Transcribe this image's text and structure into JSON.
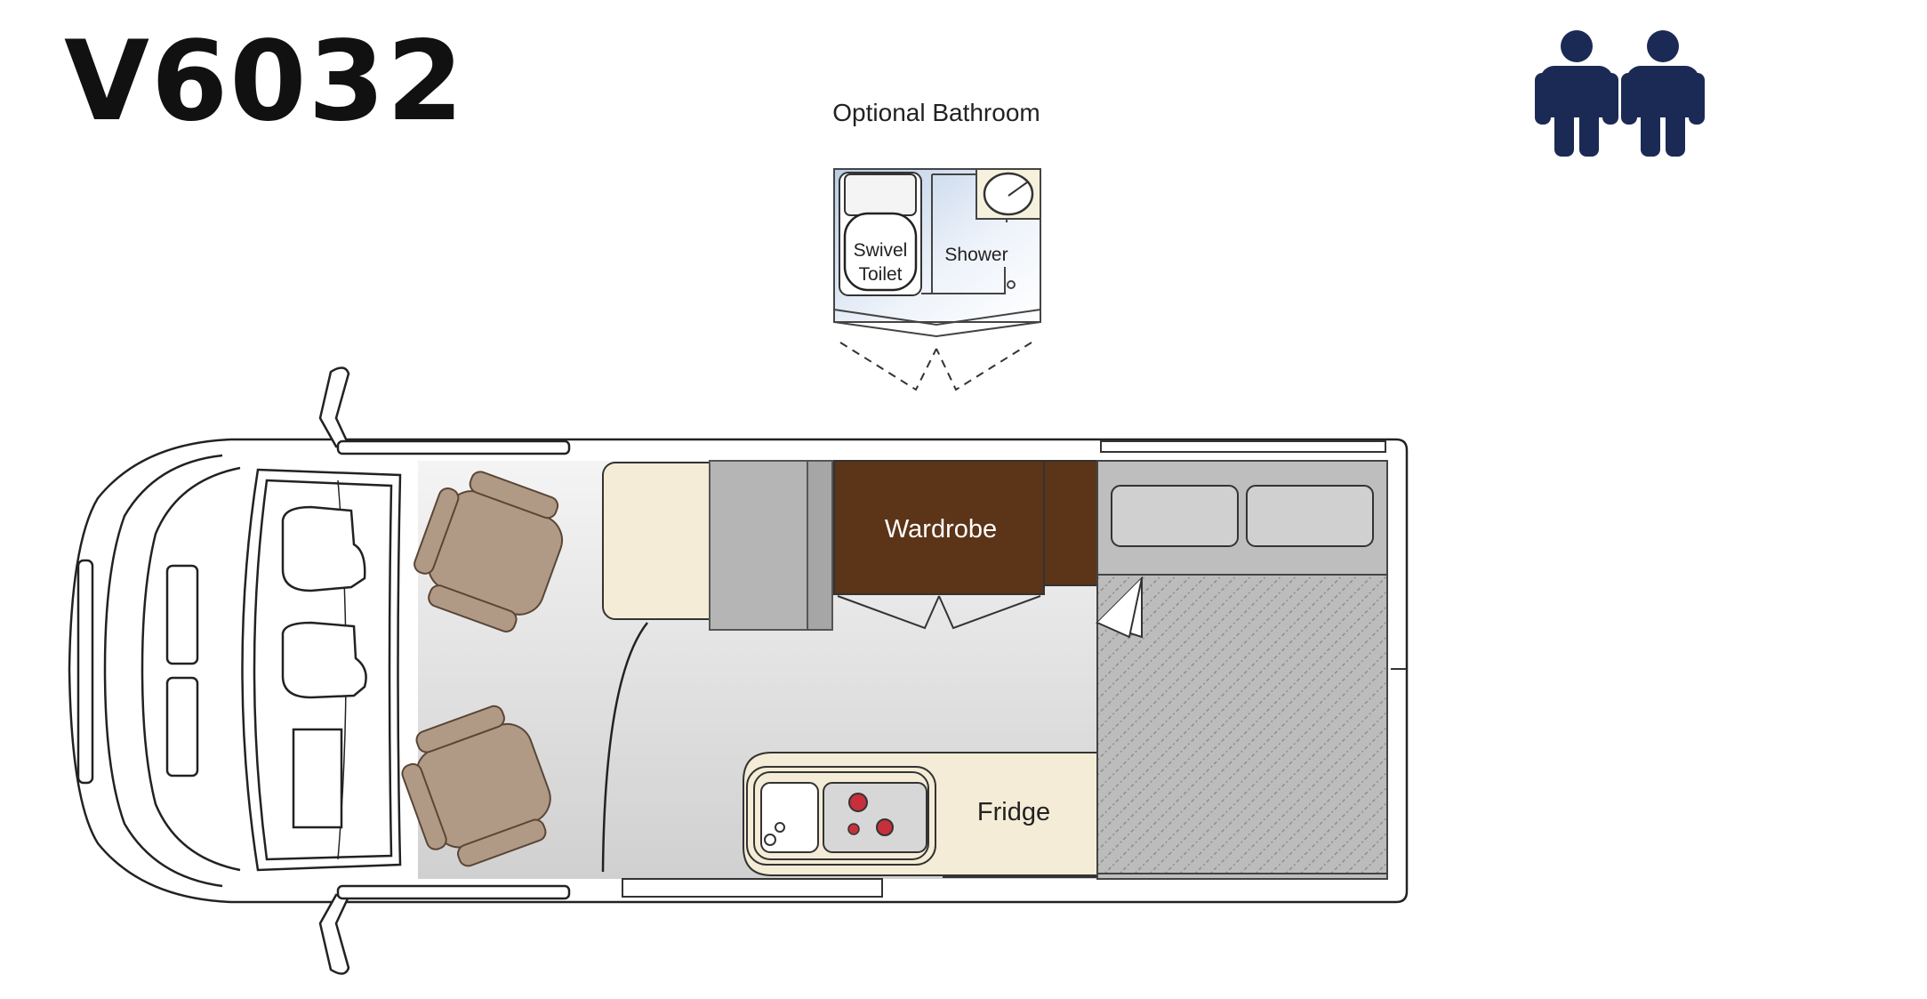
{
  "model": "V6032",
  "bathroom": {
    "heading": "Optional Bathroom",
    "toilet_line1": "Swivel",
    "toilet_line2": "Toilet",
    "shower": "Shower"
  },
  "labels": {
    "wardrobe": "Wardrobe",
    "fridge": "Fridge"
  },
  "occupancy": {
    "berths": 2,
    "icon": "person-icon"
  },
  "colors": {
    "wardrobe": "#5c3417",
    "cream": "#f4ecd6",
    "seat": "#b09a86",
    "bed": "#b8b8b8",
    "floor": "#dcdcdc",
    "people": "#1b2a55",
    "bathroom": "#dde8f4"
  }
}
